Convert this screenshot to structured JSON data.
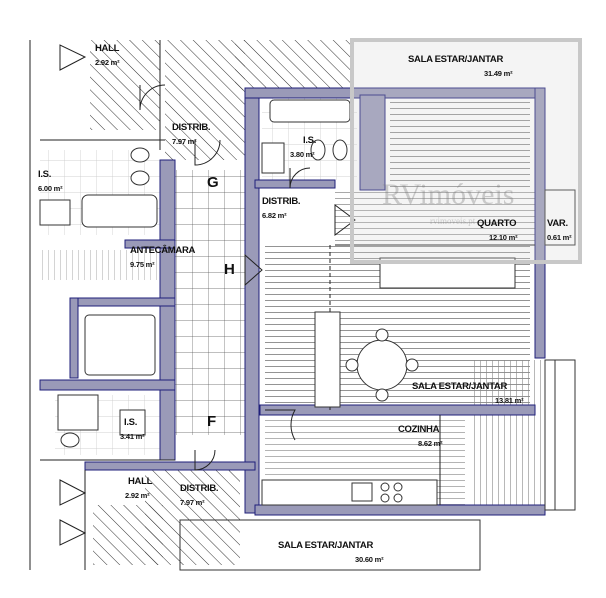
{
  "rooms": {
    "hall_top": {
      "name": "HALL",
      "area": "2.92 m²"
    },
    "distrib_top": {
      "name": "DISTRIB.",
      "area": "7.97 m²"
    },
    "is_left": {
      "name": "I.S.",
      "area": "6.00 m²"
    },
    "antecamara": {
      "name": "ANTECÂMARA",
      "area": "9.75 m²"
    },
    "is_mid": {
      "name": "I.S.",
      "area": "3.80 m²"
    },
    "distrib_mid": {
      "name": "DISTRIB.",
      "area": "6.82 m²"
    },
    "sala_top": {
      "name": "SALA ESTAR/JANTAR",
      "area": "31.49 m²"
    },
    "quarto": {
      "name": "QUARTO",
      "area": "12.10 m²"
    },
    "var": {
      "name": "VAR.",
      "area": "0.61 m²"
    },
    "sala_mid": {
      "name": "SALA ESTAR/JANTAR",
      "area": "13.81 m²"
    },
    "cozinha": {
      "name": "COZINHA",
      "area": "8.62 m²"
    },
    "is_bottom": {
      "name": "I.S.",
      "area": "3.41 m²"
    },
    "hall_bottom": {
      "name": "HALL",
      "area": "2.92 m²"
    },
    "distrib_bottom": {
      "name": "DISTRIB.",
      "area": "7.97 m²"
    },
    "sala_bottom": {
      "name": "SALA ESTAR/JANTAR",
      "area": "30.60 m²"
    }
  },
  "markers": {
    "g": "G",
    "h": "H",
    "f": "F"
  },
  "watermark": {
    "brand": "RVimóveis",
    "site": "rvimoveis.pt"
  },
  "colors": {
    "wall": "#1f1f7a",
    "line": "#222222",
    "watermark": "#8a8a8a"
  }
}
